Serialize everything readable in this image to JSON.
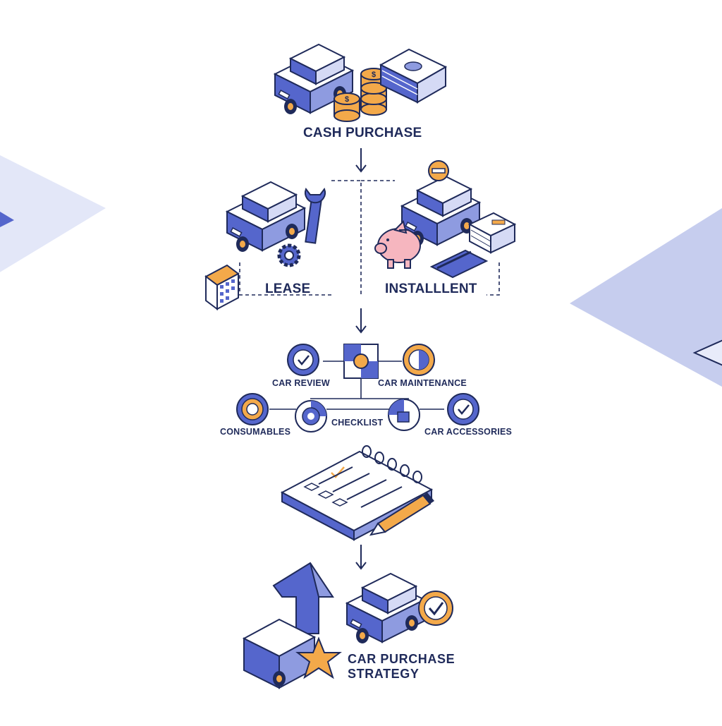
{
  "colors": {
    "navy": "#1f2a5a",
    "blue": "#5566cc",
    "blue_light": "#8e9be0",
    "blue_pale": "#d5daf5",
    "orange": "#f3a94a",
    "pink": "#f6b6bf",
    "white": "#ffffff"
  },
  "steps": {
    "cash": "CASH PURCHASE",
    "lease": "LEASE",
    "installment": "INSTALLLENT"
  },
  "checklist_nodes": {
    "car_review": "CAR REVIEW",
    "car_maintenance": "CAR MAINTENANCE",
    "consumables": "CONSUMABLES",
    "checklist": "CHECKLIST",
    "car_accessories": "CAR ACCESSORIES"
  },
  "final": {
    "line1": "CAR PURCHASE",
    "line2": "STRATEGY"
  },
  "icons": [
    "car-icon",
    "coin-stack-icon",
    "cash-stack-icon",
    "wrench-icon",
    "gear-icon",
    "calendar-icon",
    "piggy-bank-icon",
    "credit-card-icon",
    "check-circle-icon",
    "notepad-icon",
    "pencil-icon",
    "up-arrow-icon",
    "star-icon",
    "checkmark-badge-icon"
  ]
}
